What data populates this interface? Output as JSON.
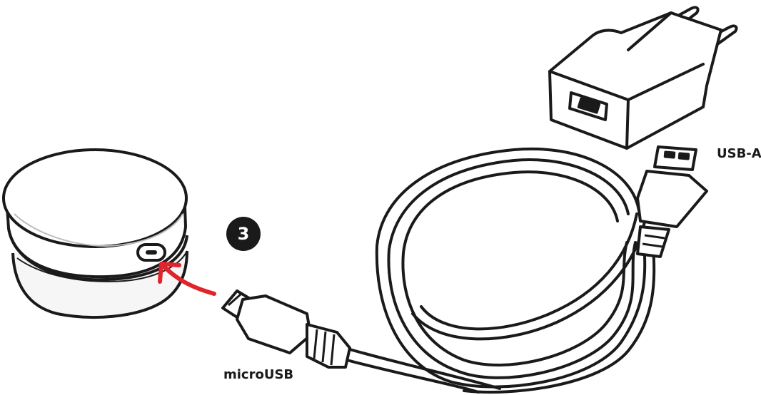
{
  "step": {
    "number": "3"
  },
  "labels": {
    "usb_a": "USB-A",
    "micro_usb": "microUSB"
  },
  "colors": {
    "line": "#1a1a1a",
    "arrow": "#e0242b",
    "device_fill": "#f6f6f6",
    "badge": "#1a1a1a"
  },
  "components": {
    "device": "round-speaker-device",
    "port": "micro-usb-port",
    "charger": "wall-charger-eu-plug",
    "cable": "usb-a-to-microusb-cable",
    "arrow": "insert-arrow"
  }
}
